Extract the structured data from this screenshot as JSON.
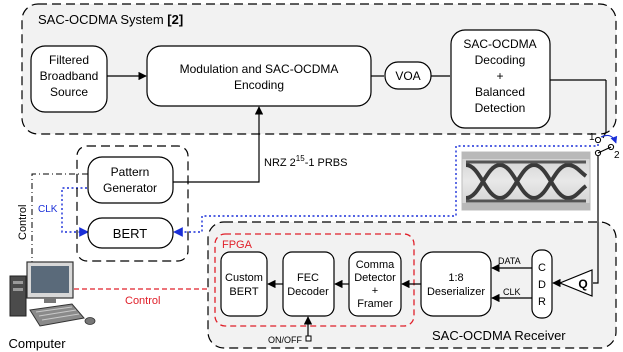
{
  "system_box": {
    "title": "SAC-OCDMA System ",
    "ref": "[2]"
  },
  "blocks": {
    "source": [
      "Filtered",
      "Broadband",
      "Source"
    ],
    "modulation": [
      "Modulation and SAC-OCDMA",
      "Encoding"
    ],
    "voa": "VOA",
    "decoding": [
      "SAC-OCDMA",
      "Decoding",
      "+",
      "Balanced",
      "Detection"
    ],
    "pattern_gen": [
      "Pattern",
      "Generator"
    ],
    "bert": "BERT",
    "custom_bert": [
      "Custom",
      "BERT"
    ],
    "fec": [
      "FEC",
      "Decoder"
    ],
    "comma": [
      "Comma",
      "Detector",
      "+",
      "Framer"
    ],
    "deserializer": [
      "1:8",
      "Deserializer"
    ],
    "cdr": [
      "C",
      "D",
      "R"
    ],
    "amp": "Q"
  },
  "labels": {
    "prbs": "NRZ 2",
    "prbs_exp": "15",
    "prbs_tail": "-1 PRBS",
    "clk_left": "CLK",
    "control_vertical": "Control",
    "control_red": "Control",
    "fpga": "FPGA",
    "data": "DATA",
    "clk_right": "CLK",
    "onoff": "ON/OFF",
    "switch_1": "1",
    "switch_2": "2",
    "receiver": "SAC-OCDMA Receiver",
    "computer": "Computer"
  },
  "colors": {
    "box_fill": "#f2f2f2",
    "red": "#e0202a",
    "blue": "#1a2fd8"
  }
}
